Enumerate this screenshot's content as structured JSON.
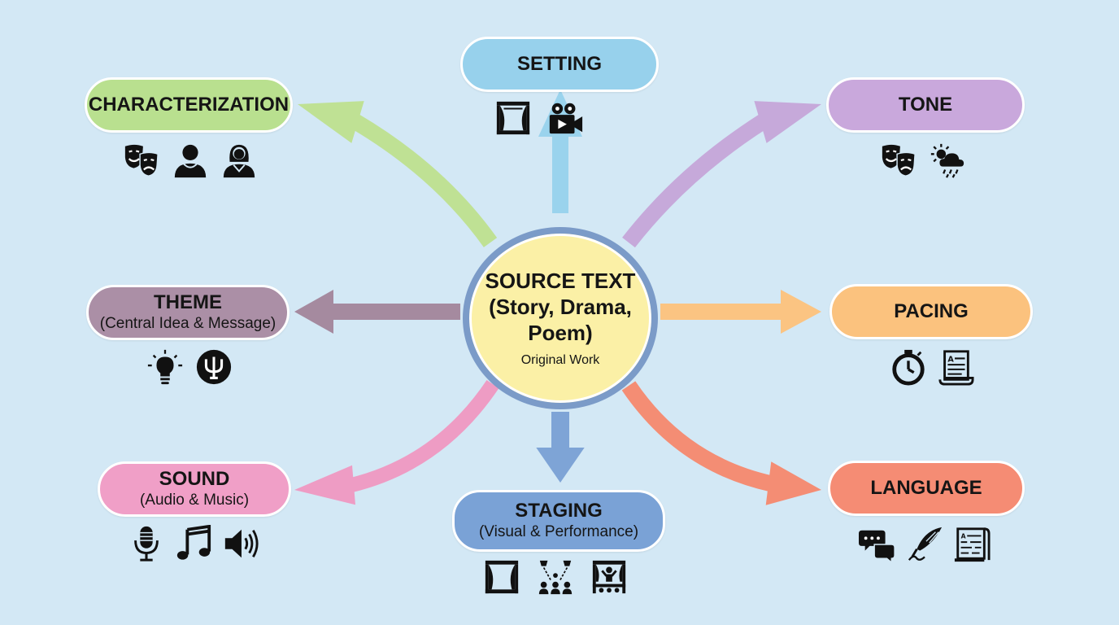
{
  "center": {
    "title_lines": [
      "SOURCE TEXT",
      "(Story, Drama,",
      "Poem)"
    ],
    "subtitle": "Original Work",
    "fill": "#fbf0a6",
    "ring": "#7b9bc8"
  },
  "nodes": {
    "setting": {
      "title": "SETTING",
      "subtitle": "",
      "color": "#97d1ec",
      "icons": [
        "stage-curtain-icon",
        "video-camera-icon"
      ]
    },
    "characterization": {
      "title": "CHARACTERIZATION",
      "subtitle": "",
      "color": "#b9e08f",
      "icons": [
        "theater-masks-icon",
        "male-person-icon",
        "female-person-icon"
      ]
    },
    "tone": {
      "title": "TONE",
      "subtitle": "",
      "color": "#c9a8dc",
      "icons": [
        "theater-masks-icon",
        "sun-cloud-rain-icon"
      ]
    },
    "theme": {
      "title": "THEME",
      "subtitle": "(Central Idea & Message)",
      "color": "#ab8fa6",
      "icons": [
        "lightbulb-icon",
        "psi-icon"
      ]
    },
    "pacing": {
      "title": "PACING",
      "subtitle": "",
      "color": "#fbc27e",
      "icons": [
        "stopwatch-icon",
        "script-scroll-icon"
      ]
    },
    "sound": {
      "title": "SOUND",
      "subtitle": "(Audio & Music)",
      "color": "#f09fc7",
      "icons": [
        "microphone-icon",
        "music-notes-icon",
        "speaker-icon"
      ]
    },
    "staging": {
      "title": "STAGING",
      "subtitle": "(Visual & Performance)",
      "color": "#7aa2d6",
      "icons": [
        "stage-curtain-icon",
        "spotlights-audience-icon",
        "performer-stage-icon"
      ]
    },
    "language": {
      "title": "LANGUAGE",
      "subtitle": "",
      "color": "#f58c74",
      "icons": [
        "speech-bubbles-icon",
        "quill-pen-icon",
        "text-scroll-icon"
      ]
    }
  },
  "arrow_colors": {
    "setting": "#9ad3ed",
    "characterization": "#bfe194",
    "tone": "#c6a9da",
    "theme": "#a58a9f",
    "pacing": "#fbc482",
    "sound": "#ee9cc4",
    "staging": "#7ea4d6",
    "language": "#f48d74"
  }
}
